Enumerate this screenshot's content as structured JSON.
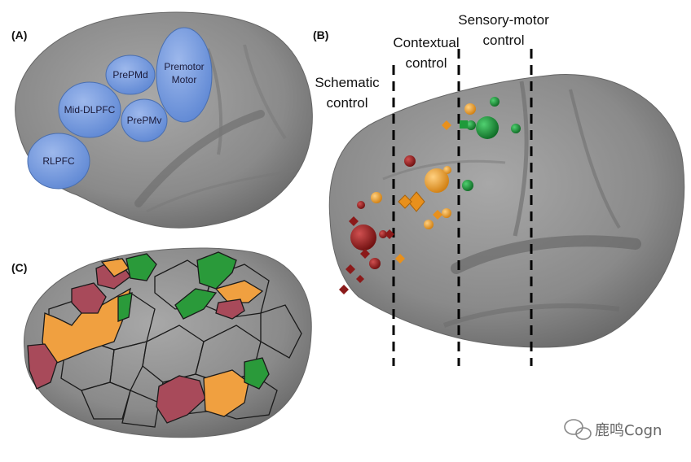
{
  "panels": {
    "a": {
      "label": "(A)"
    },
    "b": {
      "label": "(B)"
    },
    "c": {
      "label": "(C)"
    }
  },
  "regions": {
    "rlpfc": "RLPFC",
    "mid_dlpfc": "Mid-DLPFC",
    "prepmd": "PrePMd",
    "prepmv": "PrePMv",
    "premotor_line1": "Premotor",
    "premotor_line2": "Motor"
  },
  "controls": {
    "schematic_line1": "Schematic",
    "schematic_line2": "control",
    "contextual_line1": "Contextual",
    "contextual_line2": "control",
    "sensory_line1": "Sensory-motor",
    "sensory_line2": "control"
  },
  "watermark": "鹿鸣Cogn",
  "colors": {
    "brain": "#8f8f8f",
    "region_fill": "#6f96dc",
    "schematic": "#8b1a1a",
    "contextual": "#f0a030",
    "sensory": "#1e9a3a",
    "parcel_red": "#a84a5a",
    "parcel_orange": "#f0a040",
    "parcel_green": "#2a9a3a"
  }
}
